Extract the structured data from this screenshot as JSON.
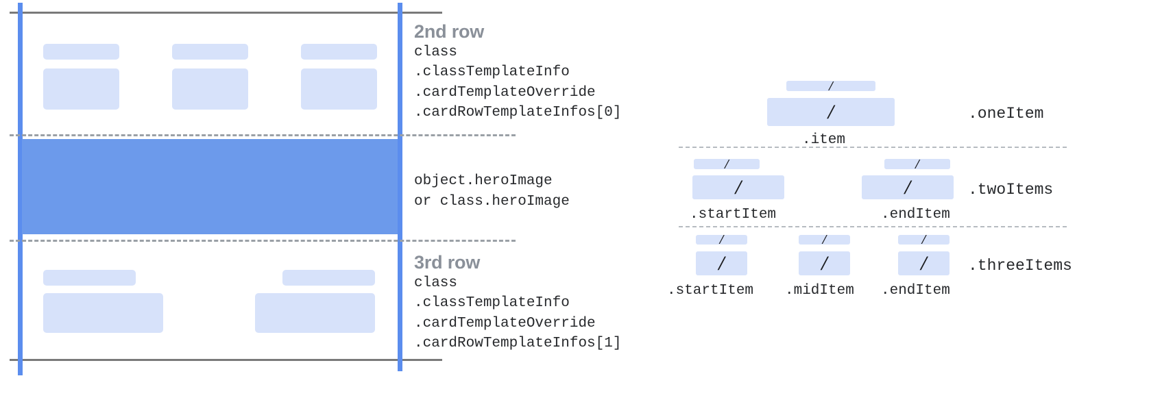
{
  "diagram": {
    "title_semantic": "card-row-template-anatomy",
    "colors": {
      "guide_blue": "#5b8dee",
      "hero_blue": "#6c9aeb",
      "placeholder_blue": "#d7e2fa",
      "rule_gray": "#7a7a7a",
      "dash_gray": "#9aa0a6",
      "heading_gray": "#8a9099",
      "code_text": "#27292c"
    }
  },
  "card": {
    "rows": [
      {
        "id": "second-row",
        "heading": "2nd row",
        "code_lines": [
          "class",
          ".classTemplateInfo",
          ".cardTemplateOverride",
          ".cardRowTemplateInfos[0]"
        ],
        "placeholders": 3
      },
      {
        "id": "hero-row",
        "heading": "",
        "code_lines": [
          "object.heroImage",
          "or class.heroImage"
        ],
        "placeholders": 0
      },
      {
        "id": "third-row",
        "heading": "3rd row",
        "code_lines": [
          "class",
          ".classTemplateInfo",
          ".cardTemplateOverride",
          ".cardRowTemplateInfos[1]"
        ],
        "placeholders": 2
      }
    ]
  },
  "items": {
    "glyph": "/",
    "groups": [
      {
        "id": "one-item",
        "right_label": ".oneItem",
        "cells": [
          {
            "label": ".item"
          }
        ]
      },
      {
        "id": "two-items",
        "right_label": ".twoItems",
        "cells": [
          {
            "label": ".startItem"
          },
          {
            "label": ".endItem"
          }
        ]
      },
      {
        "id": "three-items",
        "right_label": ".threeItems",
        "cells": [
          {
            "label": ".startItem"
          },
          {
            "label": ".midItem"
          },
          {
            "label": ".endItem"
          }
        ]
      }
    ]
  }
}
